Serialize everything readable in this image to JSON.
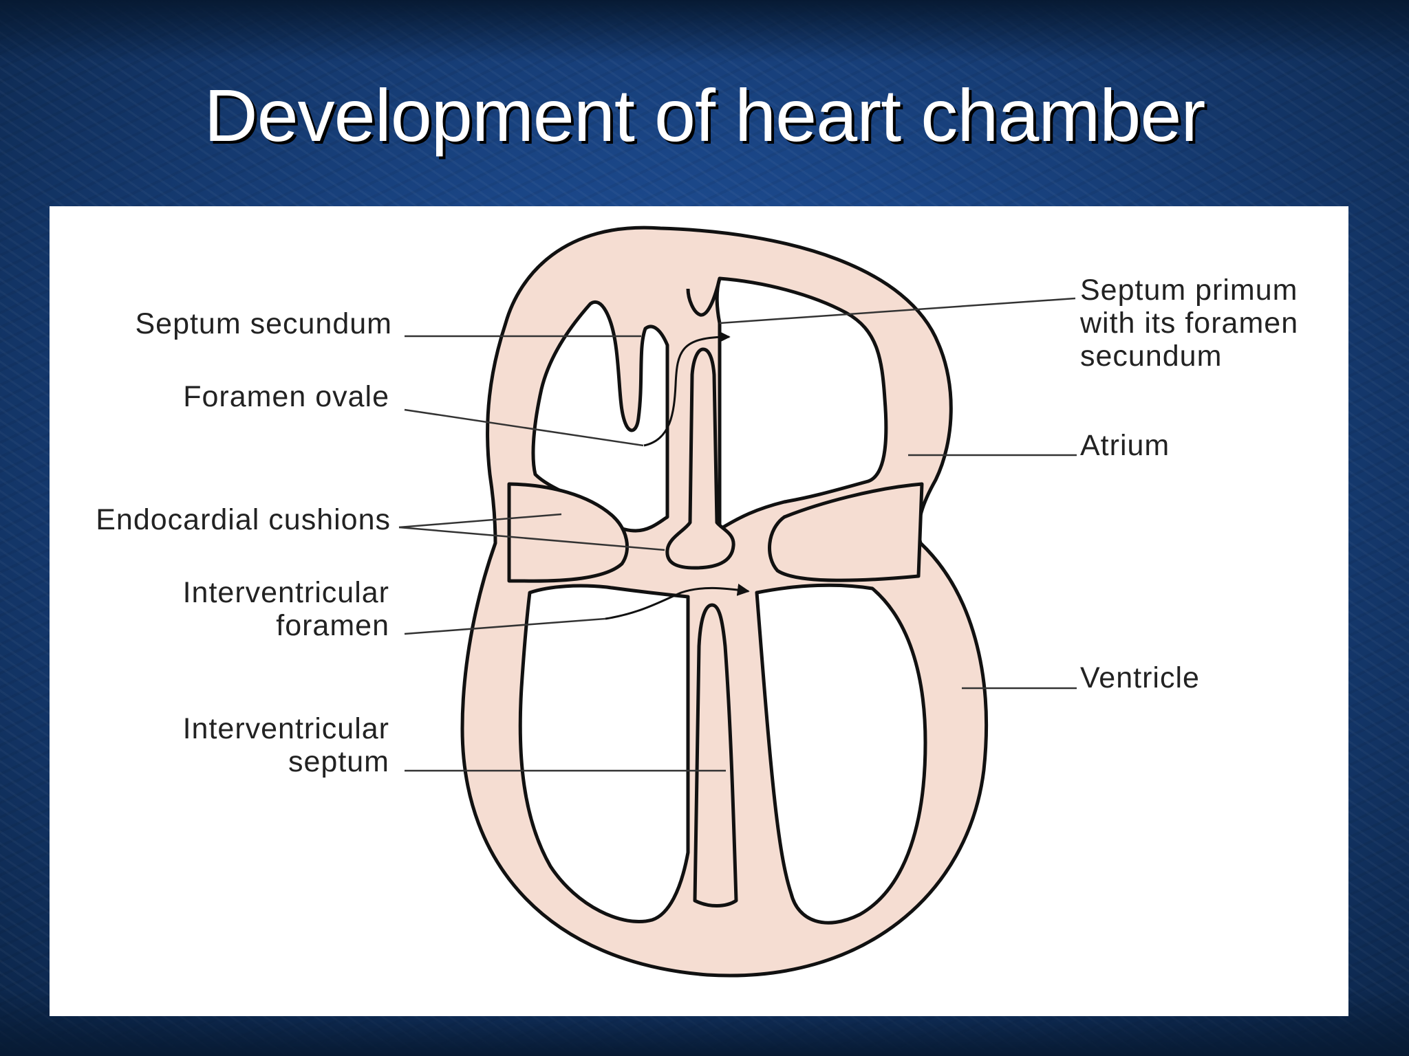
{
  "slide": {
    "title": "Development of heart chamber"
  },
  "colors": {
    "background": "#1a4585",
    "tissue": "#f5ddd2",
    "outline": "#111111",
    "label_text": "#222222"
  },
  "diagram": {
    "labels_left": {
      "septum_secundum": "Septum secundum",
      "foramen_ovale": "Foramen ovale",
      "endocardial_cushions": "Endocardial cushions",
      "interventricular_foramen_line1": "Interventricular",
      "interventricular_foramen_line2": "foramen",
      "interventricular_septum_line1": "Interventricular",
      "interventricular_septum_line2": "septum"
    },
    "labels_right": {
      "septum_primum_line1": "Septum primum",
      "septum_primum_line2": "with its foramen",
      "septum_primum_line3": "secundum",
      "atrium": "Atrium",
      "ventricle": "Ventricle"
    }
  }
}
